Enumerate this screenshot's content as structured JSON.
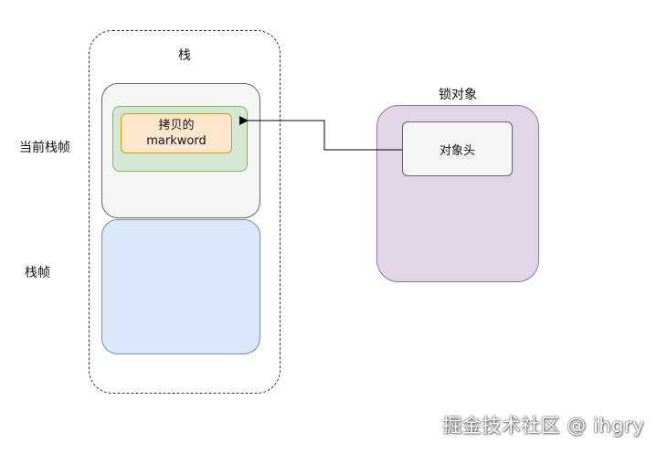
{
  "stack": {
    "title": "栈",
    "current_frame_label": "当前栈帧",
    "frame_label": "栈帧",
    "copied_markword": {
      "line1": "拷贝的",
      "line2": "markword"
    }
  },
  "lock_object": {
    "title": "锁对象",
    "header_label": "对象头"
  },
  "watermark": "掘金技术社区 @ ihgry",
  "colors": {
    "current_frame_fill": "#f5f5f5",
    "green_fill": "#d5e8d4",
    "green_border": "#82b366",
    "orange_fill": "#ffe6cc",
    "orange_border": "#d79b00",
    "frame_fill": "#dae8fc",
    "frame_border": "#6c8ebf",
    "lock_fill": "#e1d5e7",
    "lock_border": "#9673a6"
  }
}
